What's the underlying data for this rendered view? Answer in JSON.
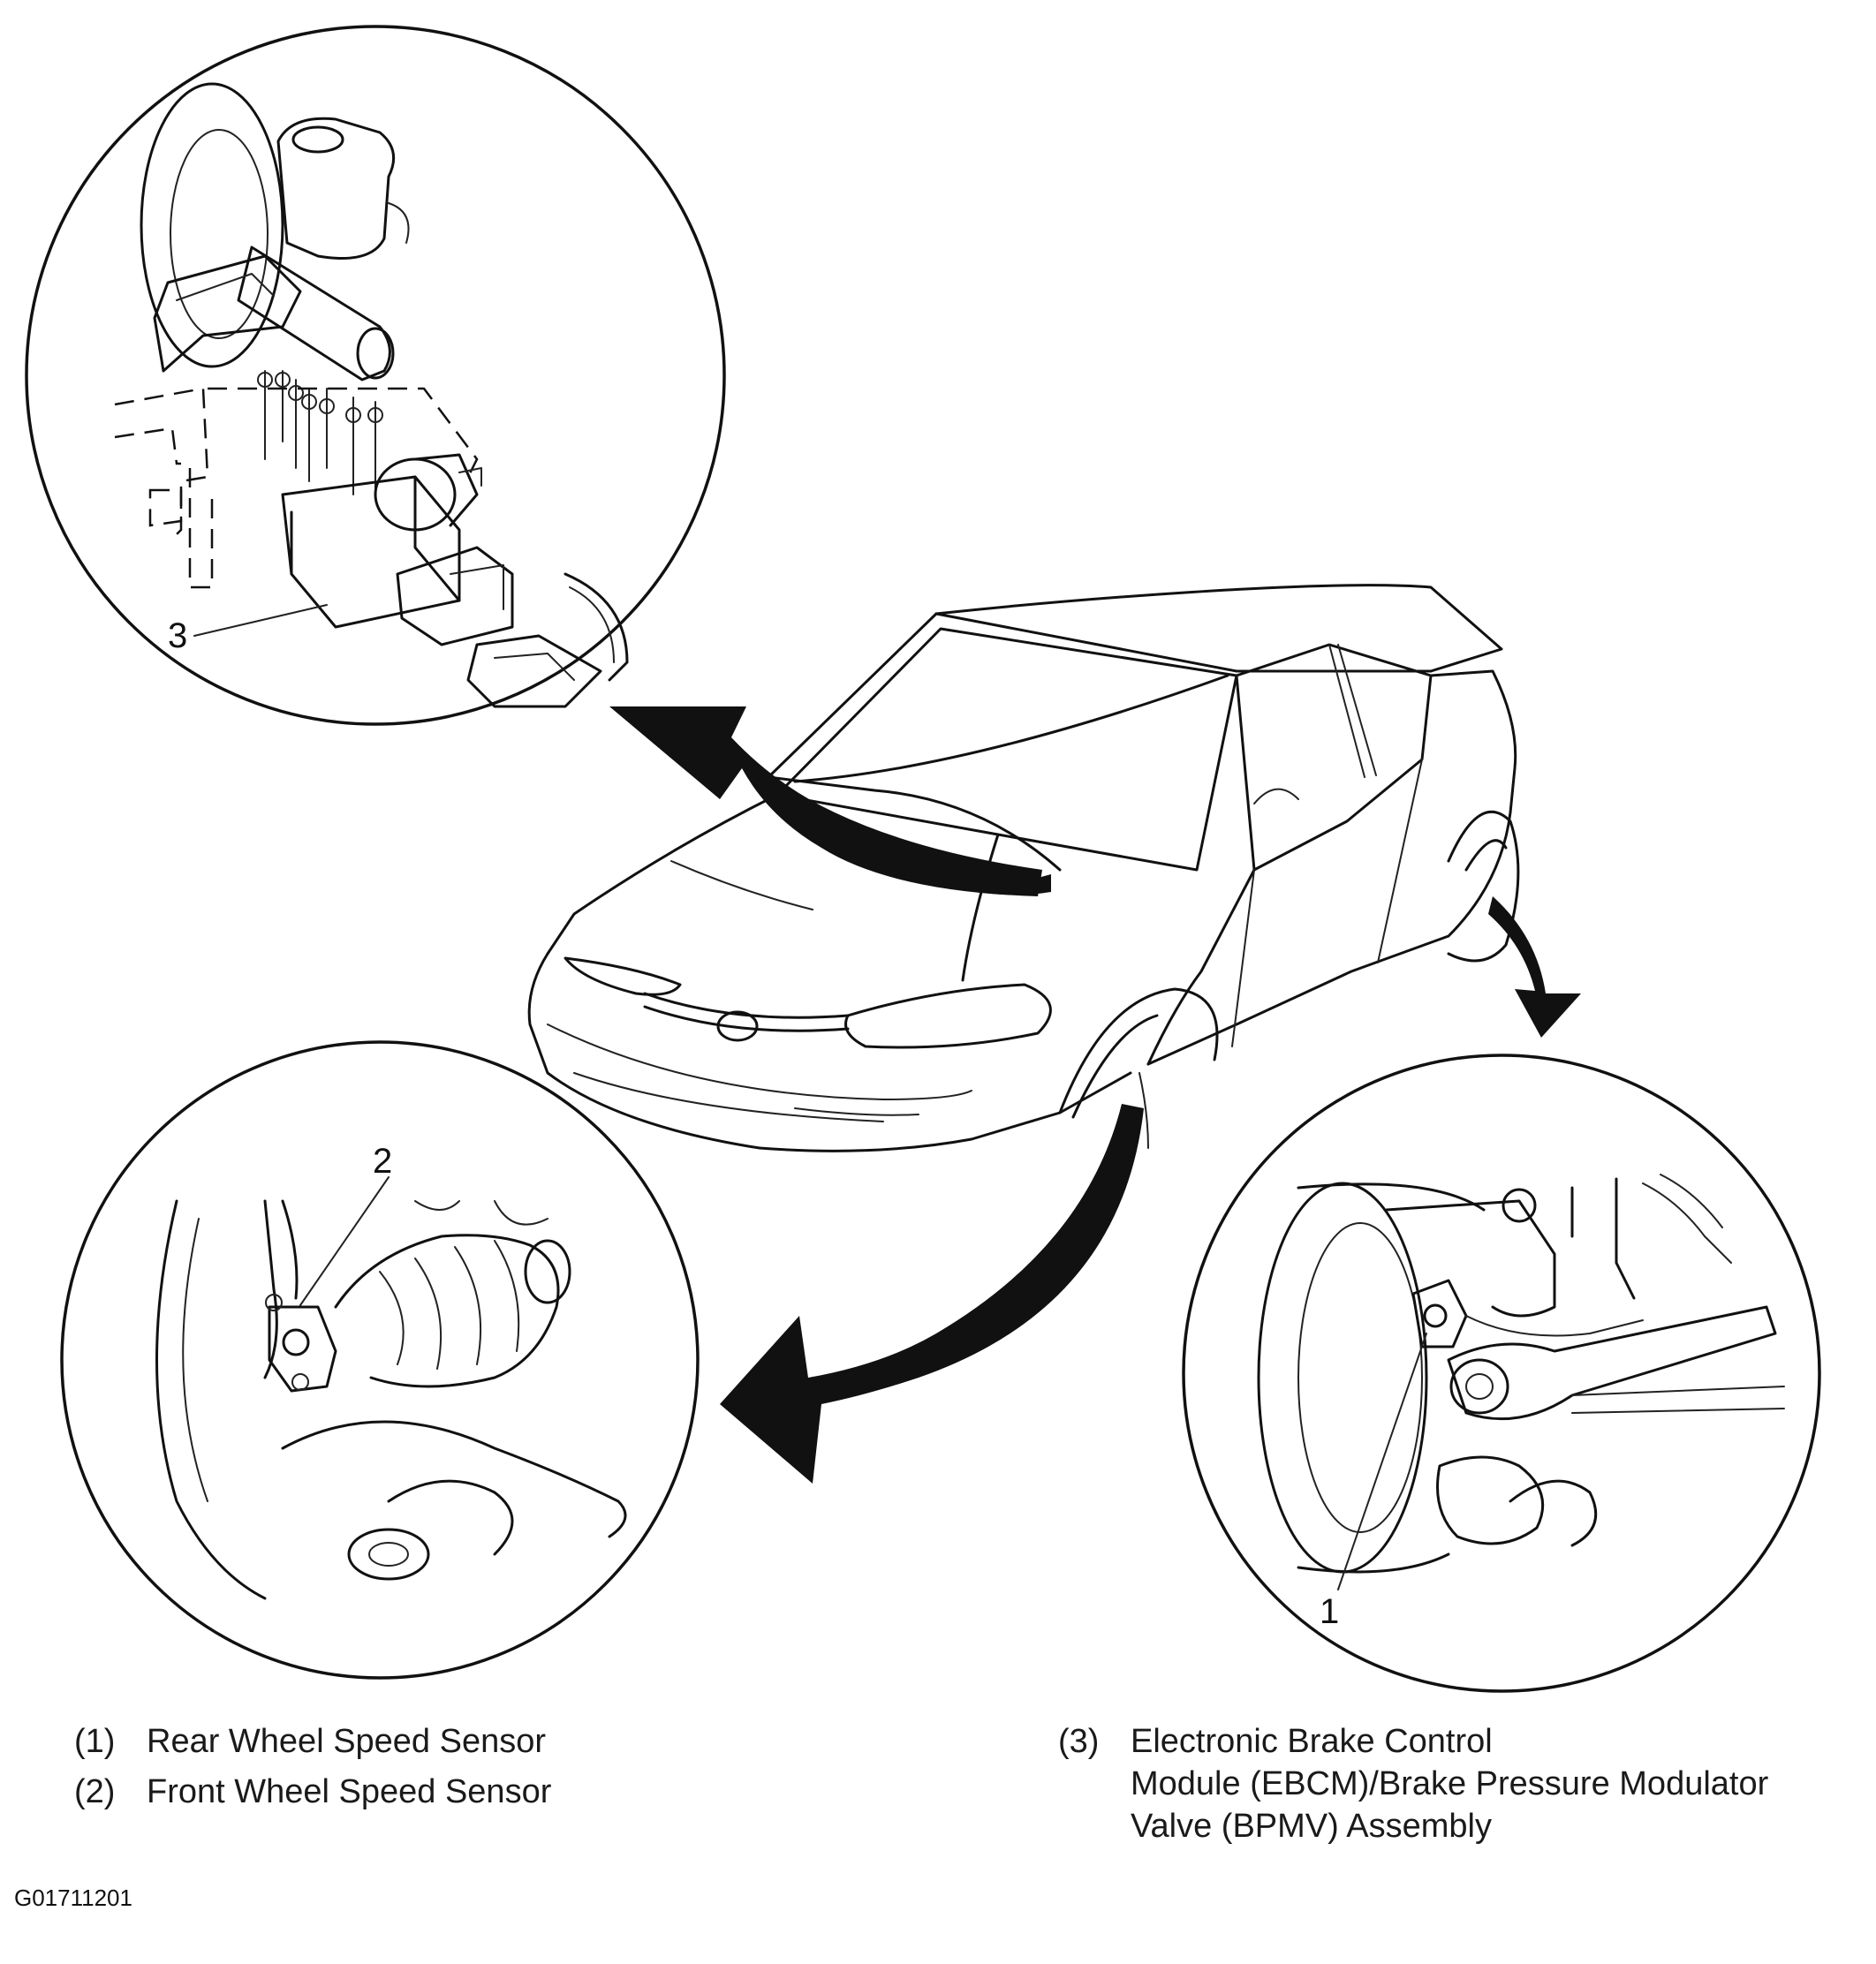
{
  "callouts": {
    "one": "1",
    "two": "2",
    "three": "3"
  },
  "legend": [
    {
      "number": "(1)",
      "text": "Rear Wheel Speed Sensor"
    },
    {
      "number": "(2)",
      "text": "Front Wheel Speed Sensor"
    },
    {
      "number": "(3)",
      "text": "Electronic Brake Control\nModule (EBCM)/Brake Pressure Modulator\nValve (BPMV) Assembly"
    }
  ],
  "figure_id": "G01711201"
}
